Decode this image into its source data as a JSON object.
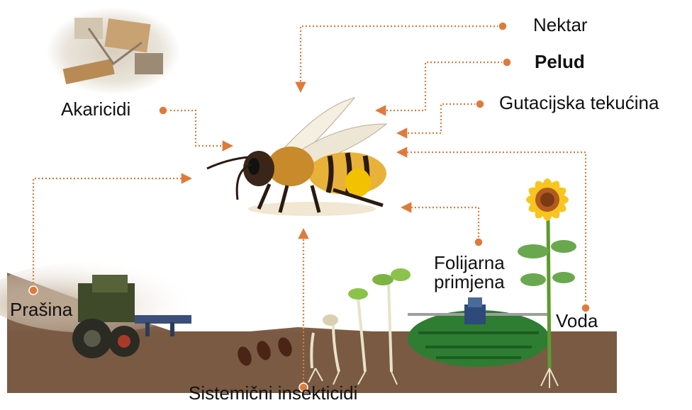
{
  "labels": {
    "nectar": "Nektar",
    "pollen": "Pelud",
    "guttation": "Gutacijska tekućina",
    "acaricides": "Akaricidi",
    "dust": "Prašina",
    "foliar": "Folijarna primjena",
    "water": "Voda",
    "systemic": "Sistemični insekticidi"
  },
  "colors": {
    "arrow": "#e07a3a",
    "soil": "#7a5a43",
    "soil_dark": "#5e4331",
    "bee_body": "#e8b23a",
    "pollen_load": "#f2c200",
    "sunflower": "#f7c51e",
    "leaf": "#7bbf4a",
    "tractor": "#3f4a2a"
  },
  "icons": {
    "bee": "honeybee-illustration",
    "hive": "beehive-treatment-photo",
    "tractor": "tractor-seeding-dust",
    "sunflower": "sunflower-plant",
    "seedlings": "germinating-seeds",
    "sprayer": "crop-sprayer-field"
  }
}
